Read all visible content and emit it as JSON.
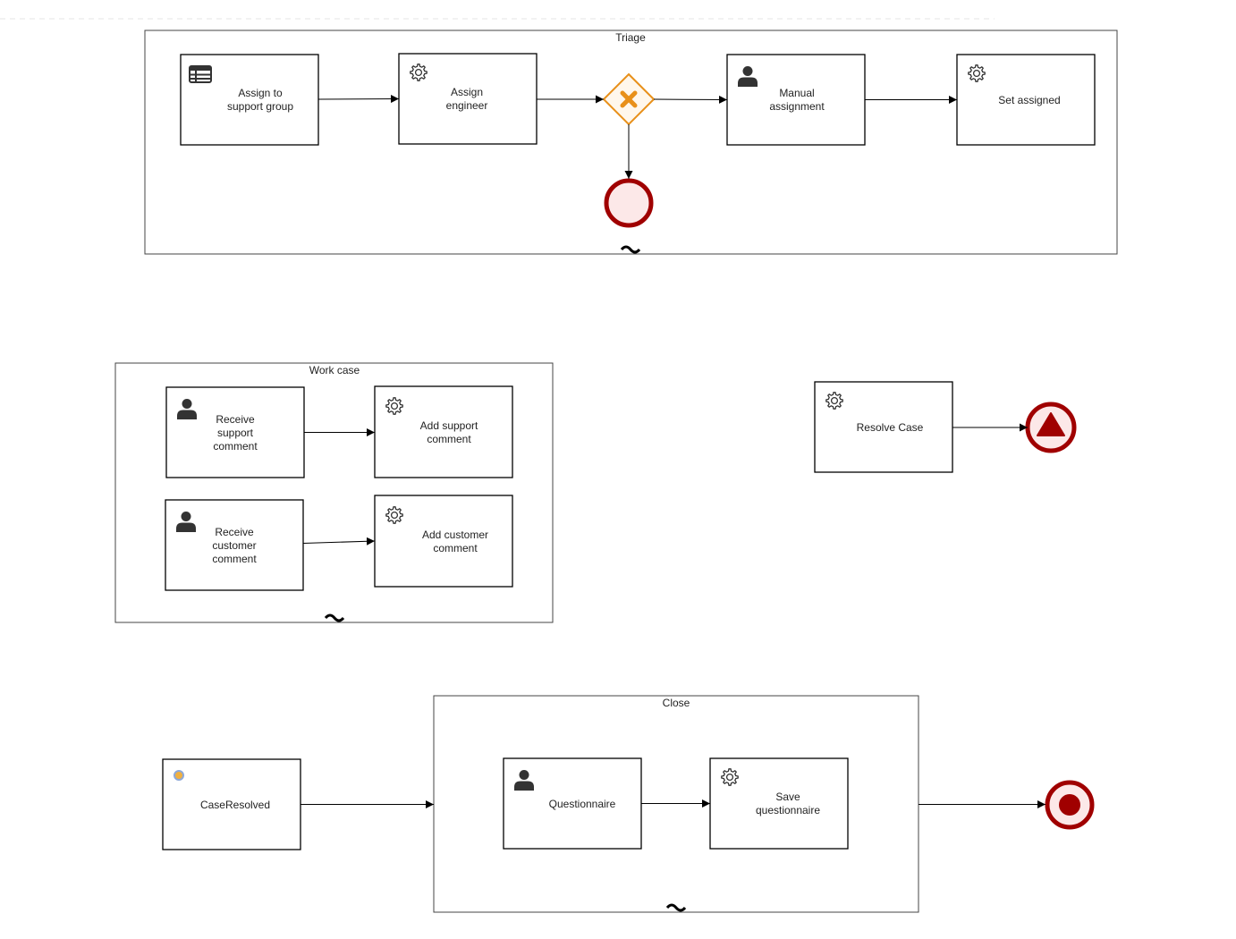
{
  "subprocesses": {
    "triage": {
      "label": "Triage"
    },
    "work_case": {
      "label": "Work case"
    },
    "close": {
      "label": "Close"
    }
  },
  "tasks": {
    "assign_group": {
      "lines": [
        "Assign to",
        "support group"
      ],
      "icon": "table-icon"
    },
    "assign_engineer": {
      "lines": [
        "Assign",
        "engineer"
      ],
      "icon": "gear-icon"
    },
    "manual_assign": {
      "lines": [
        "Manual",
        "assignment"
      ],
      "icon": "user-icon"
    },
    "set_assigned": {
      "lines": [
        "Set assigned"
      ],
      "icon": "gear-icon"
    },
    "recv_support": {
      "lines": [
        "Receive",
        "support",
        "comment"
      ],
      "icon": "user-icon"
    },
    "add_support": {
      "lines": [
        "Add support",
        "comment"
      ],
      "icon": "gear-icon"
    },
    "recv_customer": {
      "lines": [
        "Receive",
        "customer",
        "comment"
      ],
      "icon": "user-icon"
    },
    "add_customer": {
      "lines": [
        "Add customer",
        "comment"
      ],
      "icon": "gear-icon"
    },
    "resolve_case": {
      "lines": [
        "Resolve Case"
      ],
      "icon": "gear-icon"
    },
    "case_resolved": {
      "lines": [
        "CaseResolved"
      ],
      "icon": "milestone-icon"
    },
    "questionnaire": {
      "lines": [
        "Questionnaire"
      ],
      "icon": "user-icon"
    },
    "save_q": {
      "lines": [
        "Save",
        "questionnaire"
      ],
      "icon": "gear-icon"
    }
  },
  "colors": {
    "gateway_stroke": "#e8901a",
    "gateway_fill": "#fff7ec",
    "event_stroke": "#a00000",
    "event_fill": "#fce8e8",
    "line": "#000000"
  }
}
